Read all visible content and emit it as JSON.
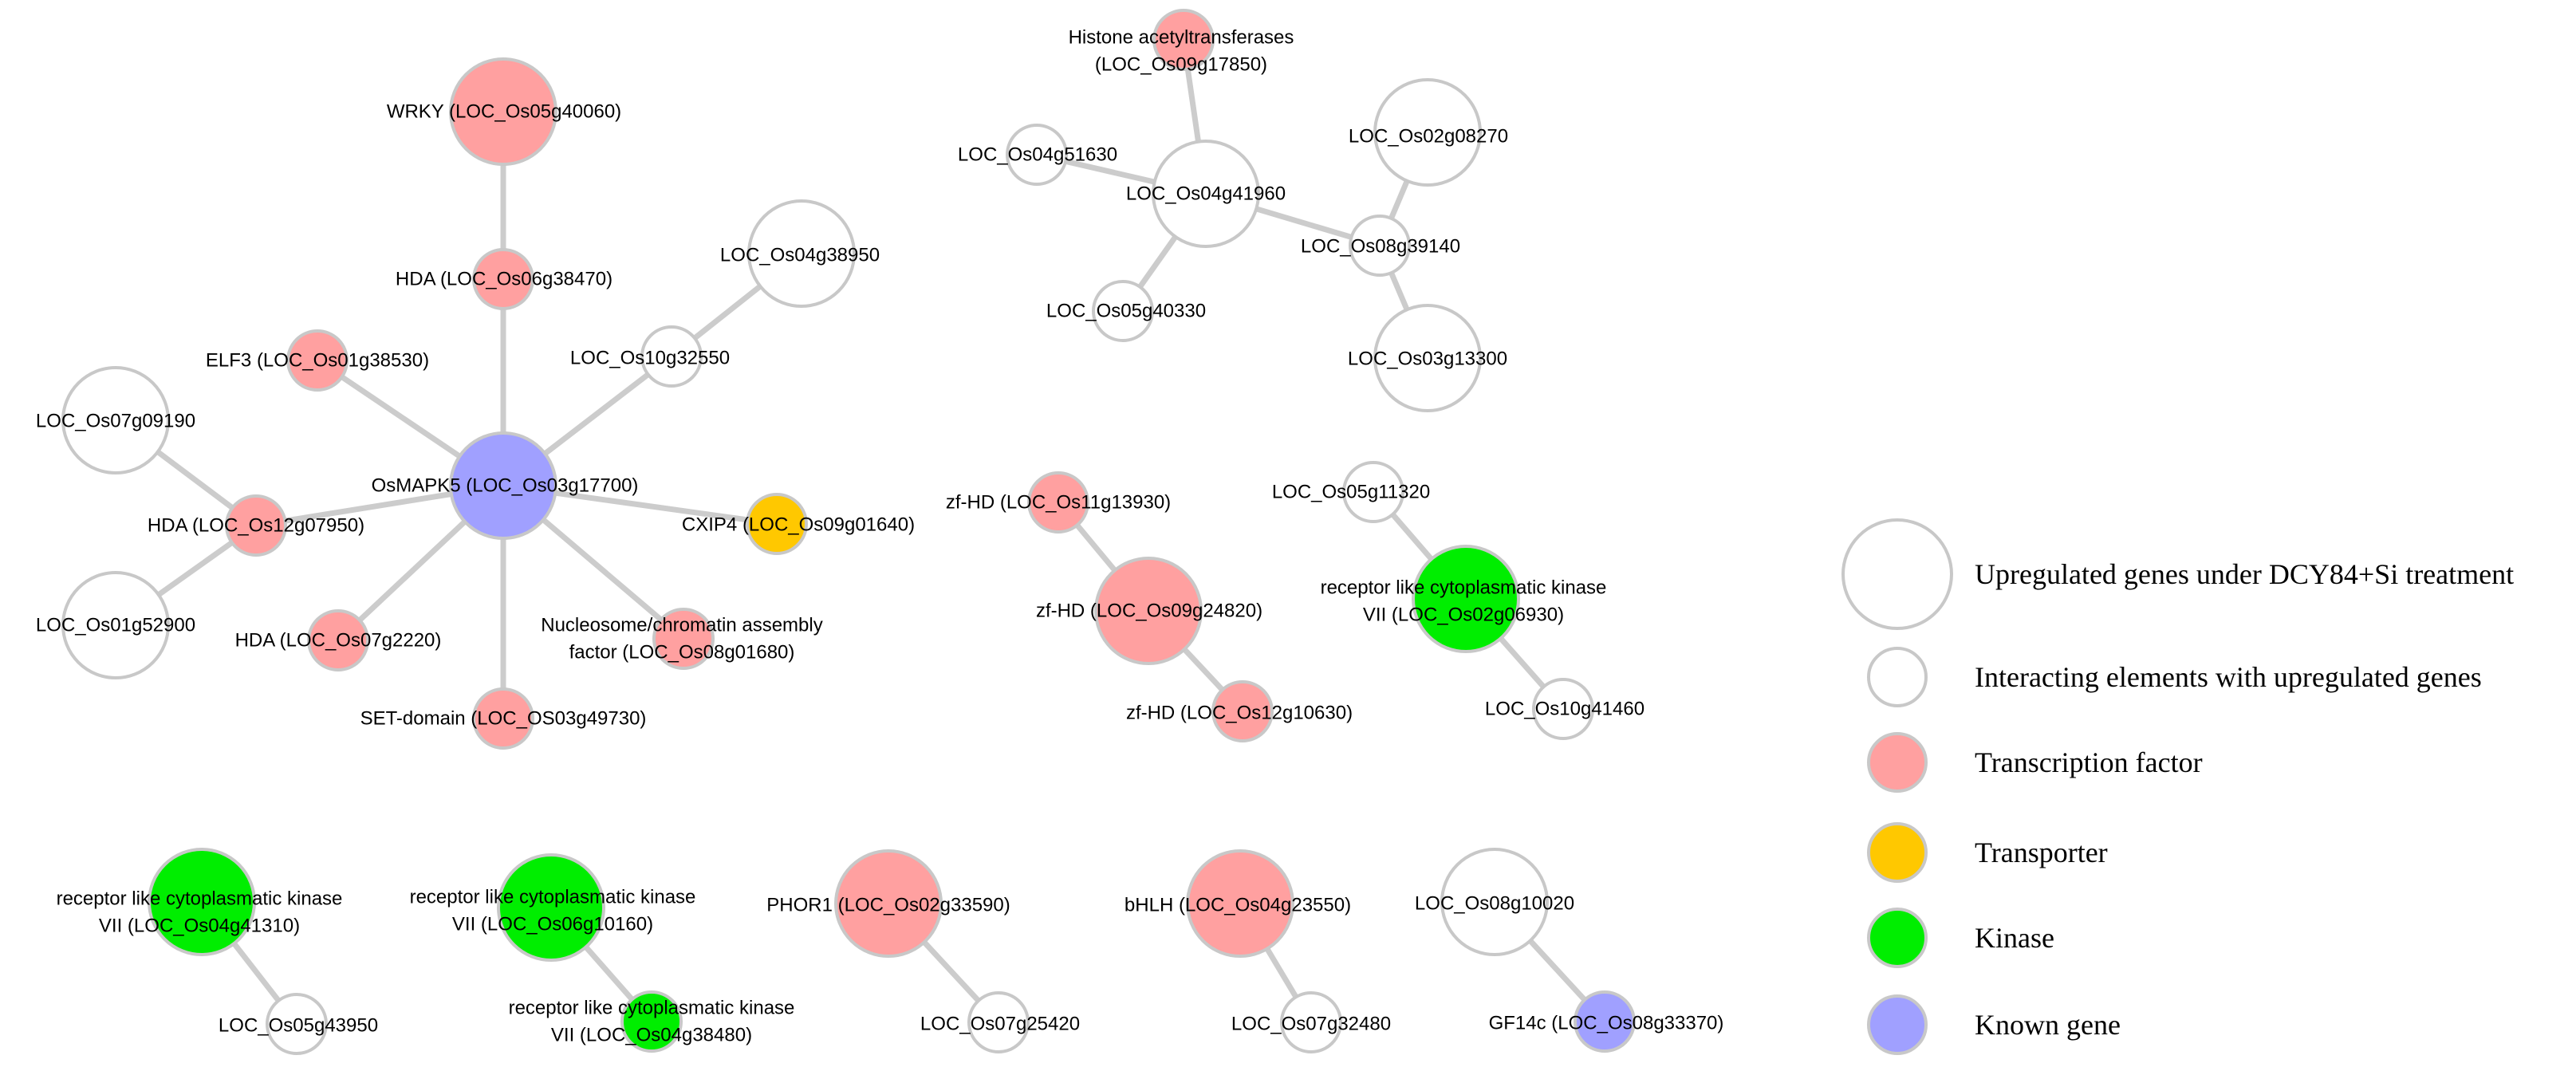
{
  "colors": {
    "upregulated": "#ffffff",
    "interacting": "#ffffff",
    "transcription_factor": "#ffa0a0",
    "transporter": "#ffc800",
    "kinase": "#00ee00",
    "known_gene": "#a0a0ff",
    "edge": "#cccccc",
    "node_border": "#c8c8c8"
  },
  "nodes": [
    {
      "id": "wrky",
      "type": "transcription_factor",
      "size": "large",
      "label": [
        "WRKY (LOC_Os05g40060)"
      ]
    },
    {
      "id": "hda06",
      "type": "transcription_factor",
      "size": "small",
      "label": [
        "HDA (LOC_Os06g38470)"
      ]
    },
    {
      "id": "elf3",
      "type": "transcription_factor",
      "size": "small",
      "label": [
        "ELF3 (LOC_Os01g38530)"
      ]
    },
    {
      "id": "os07g09190",
      "type": "upregulated",
      "size": "large",
      "label": [
        "LOC_Os07g09190"
      ]
    },
    {
      "id": "hda12",
      "type": "transcription_factor",
      "size": "small",
      "label": [
        "HDA (LOC_Os12g07950)"
      ]
    },
    {
      "id": "os01g52900",
      "type": "upregulated",
      "size": "large",
      "label": [
        "LOC_Os01g52900"
      ]
    },
    {
      "id": "hda07",
      "type": "transcription_factor",
      "size": "small",
      "label": [
        "HDA (LOC_Os07g2220)"
      ]
    },
    {
      "id": "setdomain",
      "type": "transcription_factor",
      "size": "small",
      "label": [
        "SET-domain (LOC_OS03g49730)"
      ]
    },
    {
      "id": "nucleosome",
      "type": "transcription_factor",
      "size": "small",
      "label": [
        "Nucleosome/chromatin assembly",
        "factor (LOC_Os08g01680)"
      ]
    },
    {
      "id": "cxip4",
      "type": "transporter",
      "size": "small",
      "label": [
        "CXIP4 (LOC_Os09g01640)"
      ]
    },
    {
      "id": "os10g32550",
      "type": "interacting",
      "size": "small",
      "label": [
        "LOC_Os10g32550"
      ]
    },
    {
      "id": "os04g38950",
      "type": "upregulated",
      "size": "large",
      "label": [
        "LOC_Os04g38950"
      ]
    },
    {
      "id": "osmapk5",
      "type": "known_gene",
      "size": "large",
      "label": [
        "OsMAPK5 (LOC_Os03g17700)"
      ]
    },
    {
      "id": "histone",
      "type": "transcription_factor",
      "size": "small",
      "label": [
        "Histone acetyltransferases",
        "(LOC_Os09g17850)"
      ]
    },
    {
      "id": "os04g51630",
      "type": "interacting",
      "size": "small",
      "label": [
        "LOC_Os04g51630"
      ]
    },
    {
      "id": "os04g41960",
      "type": "upregulated",
      "size": "large",
      "label": [
        "LOC_Os04g41960"
      ]
    },
    {
      "id": "os05g40330",
      "type": "interacting",
      "size": "small",
      "label": [
        "LOC_Os05g40330"
      ]
    },
    {
      "id": "os08g39140",
      "type": "interacting",
      "size": "small",
      "label": [
        "LOC_Os08g39140"
      ]
    },
    {
      "id": "os02g08270",
      "type": "upregulated",
      "size": "large",
      "label": [
        "LOC_Os02g08270"
      ]
    },
    {
      "id": "os03g13300",
      "type": "upregulated",
      "size": "large",
      "label": [
        "LOC_Os03g13300"
      ]
    },
    {
      "id": "zfhd11",
      "type": "transcription_factor",
      "size": "small",
      "label": [
        "zf-HD (LOC_Os11g13930)"
      ]
    },
    {
      "id": "zfhd09",
      "type": "transcription_factor",
      "size": "large",
      "label": [
        "zf-HD (LOC_Os09g24820)"
      ]
    },
    {
      "id": "zfhd12",
      "type": "transcription_factor",
      "size": "small",
      "label": [
        "zf-HD (LOC_Os12g10630)"
      ]
    },
    {
      "id": "os05g11320",
      "type": "interacting",
      "size": "small",
      "label": [
        "LOC_Os05g11320"
      ]
    },
    {
      "id": "rlck02",
      "type": "kinase",
      "size": "large",
      "label": [
        "receptor like cytoplasmatic kinase",
        "VII (LOC_Os02g06930)"
      ]
    },
    {
      "id": "os10g41460",
      "type": "interacting",
      "size": "small",
      "label": [
        "LOC_Os10g41460"
      ]
    },
    {
      "id": "rlck04a",
      "type": "kinase",
      "size": "large",
      "label": [
        "receptor like cytoplasmatic kinase",
        "VII (LOC_Os04g41310)"
      ]
    },
    {
      "id": "os05g43950",
      "type": "interacting",
      "size": "small",
      "label": [
        "LOC_Os05g43950"
      ]
    },
    {
      "id": "rlck06",
      "type": "kinase",
      "size": "large",
      "label": [
        "receptor like cytoplasmatic kinase",
        "VII (LOC_Os06g10160)"
      ]
    },
    {
      "id": "rlck04b",
      "type": "kinase",
      "size": "small",
      "label": [
        "receptor like cytoplasmatic kinase",
        "VII (LOC_Os04g38480)"
      ]
    },
    {
      "id": "phor1",
      "type": "transcription_factor",
      "size": "large",
      "label": [
        "PHOR1 (LOC_Os02g33590)"
      ]
    },
    {
      "id": "os07g25420",
      "type": "interacting",
      "size": "small",
      "label": [
        "LOC_Os07g25420"
      ]
    },
    {
      "id": "bhlh",
      "type": "transcription_factor",
      "size": "large",
      "label": [
        "bHLH (LOC_Os04g23550)"
      ]
    },
    {
      "id": "os07g32480",
      "type": "interacting",
      "size": "small",
      "label": [
        "LOC_Os07g32480"
      ]
    },
    {
      "id": "os08g10020",
      "type": "upregulated",
      "size": "large",
      "label": [
        "LOC_Os08g10020"
      ]
    },
    {
      "id": "gf14c",
      "type": "known_gene",
      "size": "small",
      "label": [
        "GF14c (LOC_Os08g33370)"
      ]
    }
  ],
  "edges": [
    [
      "osmapk5",
      "hda06"
    ],
    [
      "hda06",
      "wrky"
    ],
    [
      "osmapk5",
      "elf3"
    ],
    [
      "osmapk5",
      "hda12"
    ],
    [
      "hda12",
      "os07g09190"
    ],
    [
      "hda12",
      "os01g52900"
    ],
    [
      "osmapk5",
      "hda07"
    ],
    [
      "osmapk5",
      "setdomain"
    ],
    [
      "osmapk5",
      "nucleosome"
    ],
    [
      "osmapk5",
      "cxip4"
    ],
    [
      "osmapk5",
      "os10g32550"
    ],
    [
      "os10g32550",
      "os04g38950"
    ],
    [
      "os04g41960",
      "histone"
    ],
    [
      "os04g41960",
      "os04g51630"
    ],
    [
      "os04g41960",
      "os05g40330"
    ],
    [
      "os04g41960",
      "os08g39140"
    ],
    [
      "os08g39140",
      "os02g08270"
    ],
    [
      "os08g39140",
      "os03g13300"
    ],
    [
      "zfhd11",
      "zfhd09"
    ],
    [
      "zfhd09",
      "zfhd12"
    ],
    [
      "os05g11320",
      "rlck02"
    ],
    [
      "rlck02",
      "os10g41460"
    ],
    [
      "rlck04a",
      "os05g43950"
    ],
    [
      "rlck06",
      "rlck04b"
    ],
    [
      "phor1",
      "os07g25420"
    ],
    [
      "bhlh",
      "os07g32480"
    ],
    [
      "os08g10020",
      "gf14c"
    ]
  ],
  "legend": [
    {
      "type": "upregulated",
      "size": "large",
      "label": "Upregulated genes under DCY84+Si treatment"
    },
    {
      "type": "interacting",
      "size": "small",
      "label": "Interacting elements with upregulated genes"
    },
    {
      "type": "transcription_factor",
      "size": "small",
      "label": "Transcription factor"
    },
    {
      "type": "transporter",
      "size": "small",
      "label": "Transporter"
    },
    {
      "type": "kinase",
      "size": "small",
      "label": "Kinase"
    },
    {
      "type": "known_gene",
      "size": "small",
      "label": "Known gene"
    }
  ]
}
